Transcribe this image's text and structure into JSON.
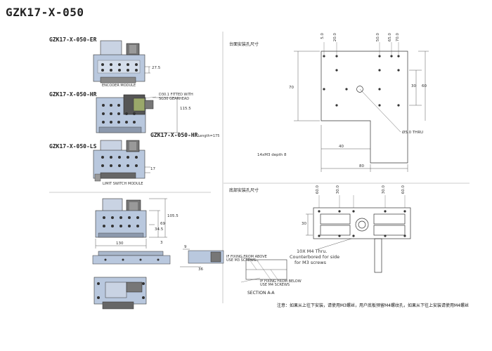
{
  "page_title": "GZK17-X-050",
  "variants": {
    "er": "GZK17-X-050-ER",
    "hr": "GZK17-X-050-HR",
    "ls": "GZK17-X-050-LS",
    "hr_length": "GZK17-X-050-HR",
    "hr_length_suffix": "Length=175"
  },
  "captions": {
    "encoder": "ENCODER MODULE",
    "limit": "LIMIT SWITCH MODULE",
    "gearhead_1": "D30.1 FITTED WITH",
    "gearhead_2": "SG30 GEARHEAD",
    "fig_above_1": "IF FIXING FROM ABOVE",
    "fig_above_2": "USE M3 SCREWS",
    "fig_below_1": "IF FIXING FROM BELOW",
    "fig_below_2": "USE M4 SCREWS",
    "section": "SECTION A-A"
  },
  "left_dims": {
    "d27_5": "27.5",
    "d115_5": "115.5",
    "d17": "17",
    "d105_5": "105.5",
    "d69": "69",
    "d34_5": "34.5",
    "d130": "130",
    "d3": "3",
    "d9": "9",
    "d36": "36"
  },
  "top_right": {
    "heading": "台面安装孔尺寸",
    "dims_top": [
      "5.0",
      "20.0",
      "50.0",
      "65.0",
      "70.0"
    ],
    "d70": "70",
    "d30": "30",
    "d60": "60",
    "d40": "40",
    "d80": "80",
    "thru": "Ø5.0 THRU",
    "depth_note": "14xM3 depth 8"
  },
  "bottom_right": {
    "heading": "底部安装孔尺寸",
    "dims_top": [
      "60.0",
      "30.0",
      "30.0",
      "60.0"
    ],
    "d30": "30",
    "holes_1": "10X M4 Thru.",
    "holes_2": "Counterbored for side",
    "holes_3": "for M3 screws"
  },
  "note": "注意：如果从上往下安装，请使用M3螺丝，用户底板预留M4螺纹孔，如果从下往上安装请使用M4螺丝"
}
